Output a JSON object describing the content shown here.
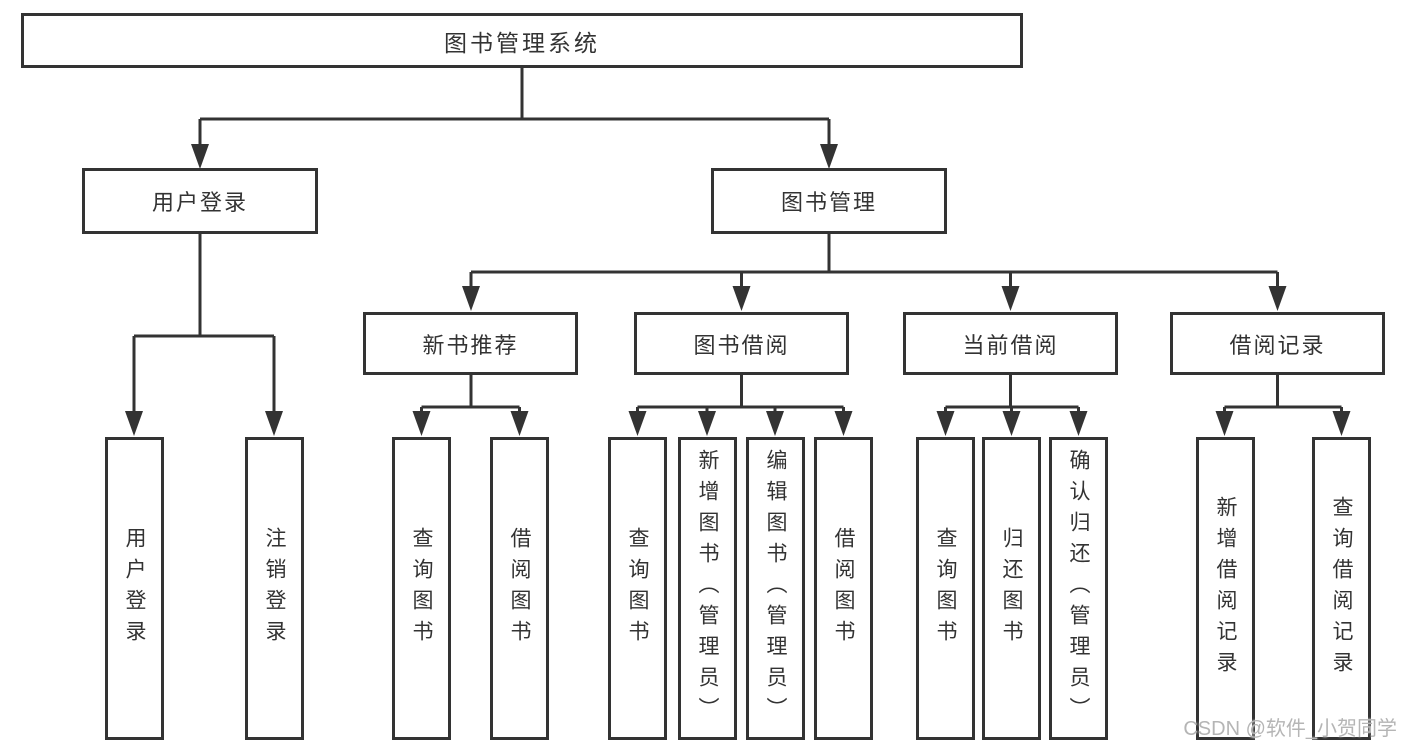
{
  "diagram": {
    "type": "hierarchy-tree",
    "tree": {
      "root": {
        "label": "图书管理系统"
      },
      "branches": [
        {
          "label": "用户登录",
          "children": [
            {
              "label": "用户登录"
            },
            {
              "label": "注销登录"
            }
          ]
        },
        {
          "label": "图书管理",
          "children": [
            {
              "label": "新书推荐",
              "children": [
                {
                  "label": "查询图书"
                },
                {
                  "label": "借阅图书"
                }
              ]
            },
            {
              "label": "图书借阅",
              "children": [
                {
                  "label": "查询图书"
                },
                {
                  "label": "新增图书（管理员）"
                },
                {
                  "label": "编辑图书（管理员）"
                },
                {
                  "label": "借阅图书"
                }
              ]
            },
            {
              "label": "当前借阅",
              "children": [
                {
                  "label": "查询图书"
                },
                {
                  "label": "归还图书"
                },
                {
                  "label": "确认归还（管理员）"
                }
              ]
            },
            {
              "label": "借阅记录",
              "children": [
                {
                  "label": "新增借阅记录"
                },
                {
                  "label": "查询借阅记录"
                }
              ]
            }
          ]
        }
      ]
    },
    "colors": {
      "line": "#333333",
      "box_border": "#333333",
      "text": "#333333",
      "background": "#ffffff",
      "watermark": "#b5b5b5"
    }
  },
  "watermark": {
    "text": "CSDN @软件_小贺同学"
  }
}
